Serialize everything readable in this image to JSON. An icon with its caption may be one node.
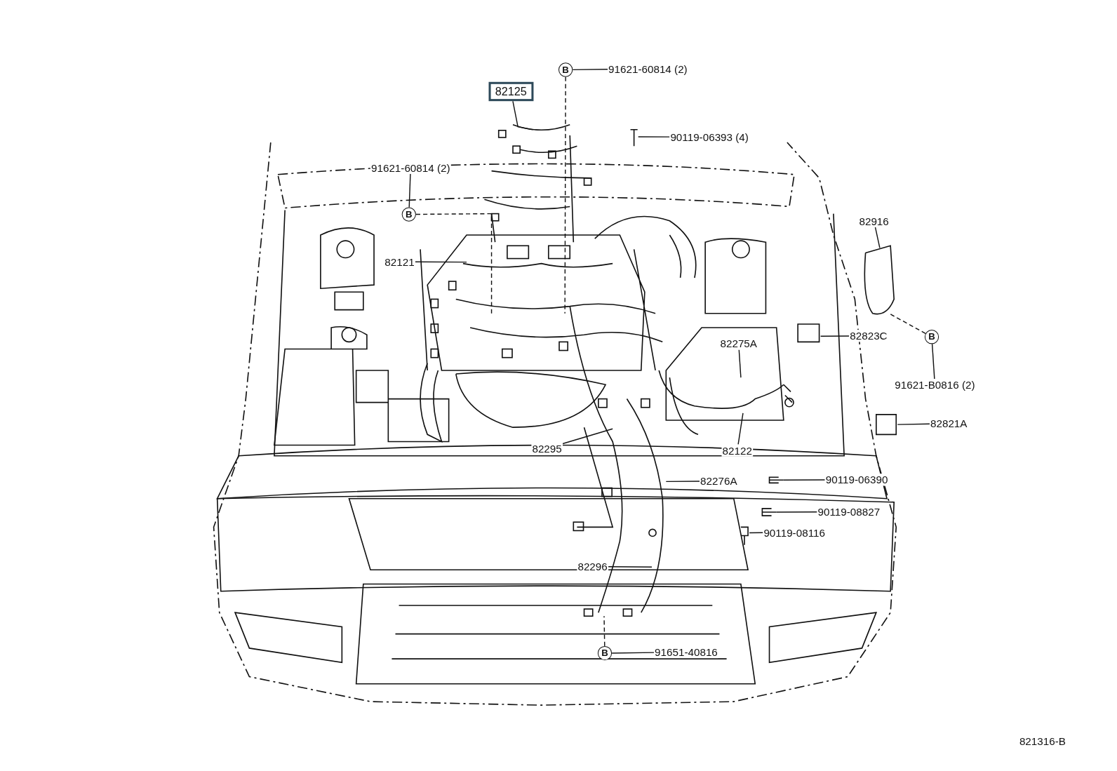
{
  "diagram": {
    "nodes": [
      {
        "text": [
          "B"
        ]
      },
      {
        "text": [
          "91621-60814 (2)"
        ]
      },
      {
        "text": [
          "82125"
        ]
      },
      {
        "text": [
          "90119-06393 (4)"
        ]
      },
      {
        "text": [
          "91621-60814 (2)"
        ]
      },
      {
        "text": [
          "B"
        ]
      },
      {
        "text": [
          "82121"
        ]
      },
      {
        "text": [
          "82916"
        ]
      },
      {
        "text": [
          "82823C"
        ]
      },
      {
        "text": [
          "B"
        ]
      },
      {
        "text": [
          "91621-B0816 (2)"
        ]
      },
      {
        "text": [
          "82275A"
        ]
      },
      {
        "text": [
          "82821A"
        ]
      },
      {
        "text": [
          "82295"
        ]
      },
      {
        "text": [
          "82122"
        ]
      },
      {
        "text": [
          "82276A"
        ]
      },
      {
        "text": [
          "90119-06390"
        ]
      },
      {
        "text": [
          "90119-08827"
        ]
      },
      {
        "text": [
          "90119-08116"
        ]
      },
      {
        "text": [
          "82296"
        ]
      },
      {
        "text": [
          "B"
        ]
      },
      {
        "text": [
          "91651-40816"
        ]
      }
    ],
    "edges": [
      {
        "from": 0,
        "to": 1,
        "arrow": "none"
      },
      {
        "from": 0,
        "to": null,
        "arrow": "none",
        "style": "dashed"
      },
      {
        "from": 2,
        "to": null,
        "arrow": "none"
      },
      {
        "from": 3,
        "to": null,
        "arrow": "none"
      },
      {
        "from": 4,
        "to": 5,
        "arrow": "none"
      },
      {
        "from": 5,
        "to": null,
        "arrow": "none",
        "style": "dashed"
      },
      {
        "from": 6,
        "to": null,
        "arrow": "none"
      },
      {
        "from": 7,
        "to": null,
        "arrow": "none"
      },
      {
        "from": 8,
        "to": null,
        "arrow": "none"
      },
      {
        "from": 9,
        "to": 10,
        "arrow": "none"
      },
      {
        "from": 9,
        "to": null,
        "arrow": "none",
        "style": "dashed"
      },
      {
        "from": 11,
        "to": null,
        "arrow": "none"
      },
      {
        "from": 12,
        "to": null,
        "arrow": "none"
      },
      {
        "from": 13,
        "to": null,
        "arrow": "none"
      },
      {
        "from": 14,
        "to": null,
        "arrow": "none"
      },
      {
        "from": 15,
        "to": null,
        "arrow": "none"
      },
      {
        "from": 16,
        "to": null,
        "arrow": "none"
      },
      {
        "from": 17,
        "to": null,
        "arrow": "none"
      },
      {
        "from": 18,
        "to": null,
        "arrow": "none"
      },
      {
        "from": 19,
        "to": null,
        "arrow": "none"
      },
      {
        "from": 20,
        "to": 21,
        "arrow": "none"
      },
      {
        "from": 20,
        "to": null,
        "arrow": "none",
        "style": "dashed"
      }
    ],
    "labels": [
      "821316-B"
    ]
  }
}
